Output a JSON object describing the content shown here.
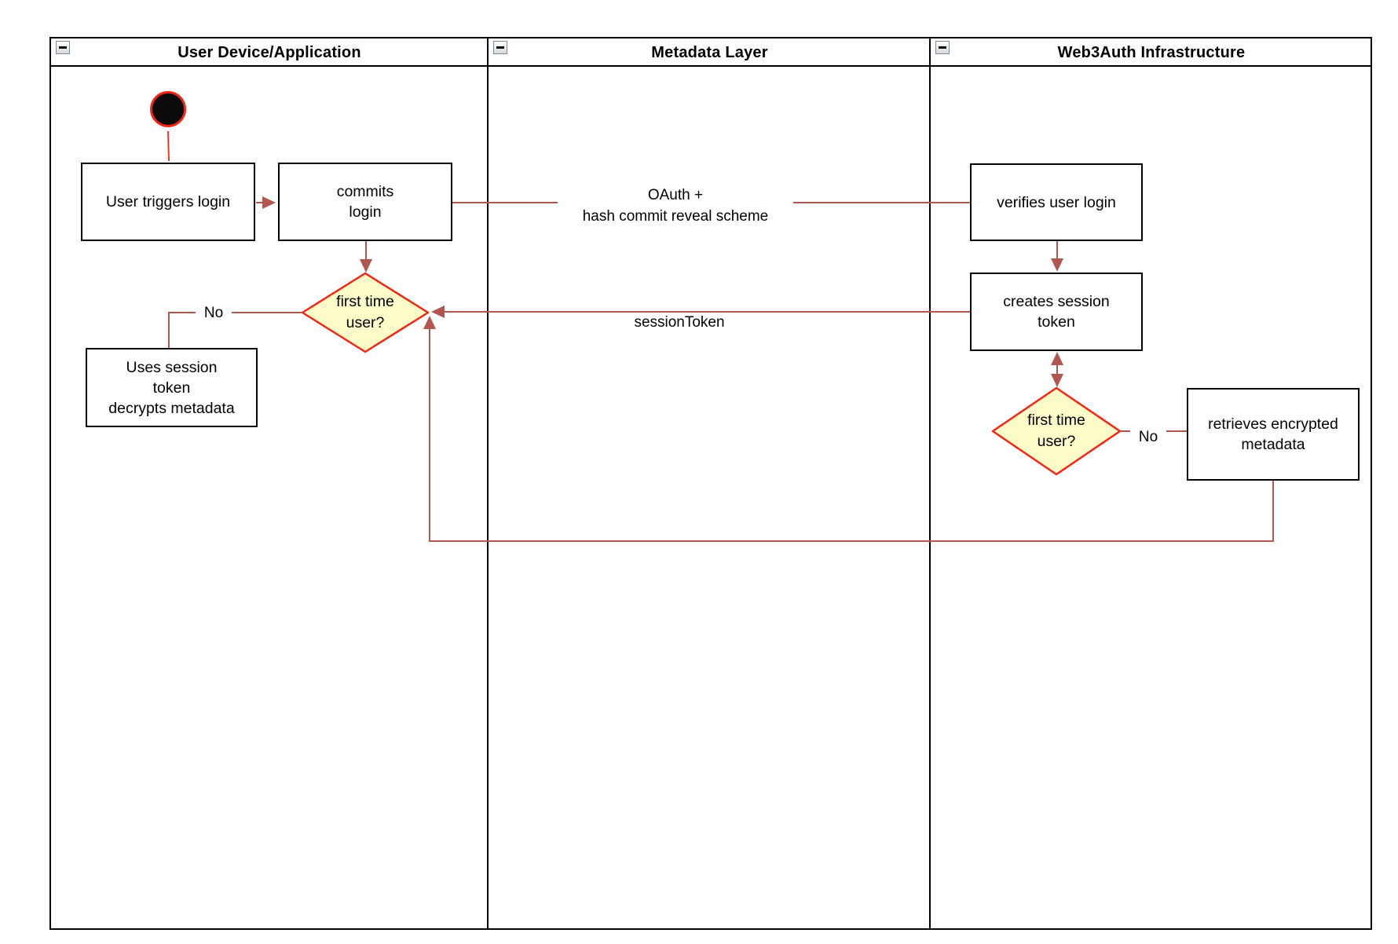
{
  "lanes": [
    {
      "title": "User Device/Application"
    },
    {
      "title": "Metadata Layer"
    },
    {
      "title": "Web3Auth Infrastructure"
    }
  ],
  "icons": {
    "collapse": "minus-icon"
  },
  "nodes": {
    "start": {
      "type": "initial-state"
    },
    "user_triggers_login": {
      "label": "User triggers login"
    },
    "commits_login": {
      "label": "commits\nlogin"
    },
    "verifies_user_login": {
      "label": "verifies user login"
    },
    "creates_session_token": {
      "label": "creates session\ntoken"
    },
    "first_time_user_device": {
      "label": "first time\nuser?"
    },
    "uses_session_token": {
      "label": "Uses session\ntoken\ndecrypts metadata"
    },
    "first_time_web3auth": {
      "label": "first time\nuser?"
    },
    "retrieves_encrypted_metadata": {
      "label": "retrieves encrypted\nmetadata"
    }
  },
  "edges": {
    "oauth": {
      "label": "OAuth +\nhash commit reveal scheme"
    },
    "session_token": {
      "label": "sessionToken"
    },
    "no_user_device": {
      "label": "No"
    },
    "no_web3auth": {
      "label": "No"
    }
  },
  "colors": {
    "connector": "#b0564f",
    "edge-bright": "#ef3b24",
    "diamond-fill": "#fdfbc8",
    "diamond-stroke": "#f32613",
    "ink": "#000000",
    "start-fill": "#0b0b0b",
    "icon-border": "#7e8a99",
    "icon-bg": "#d3d7dc"
  }
}
